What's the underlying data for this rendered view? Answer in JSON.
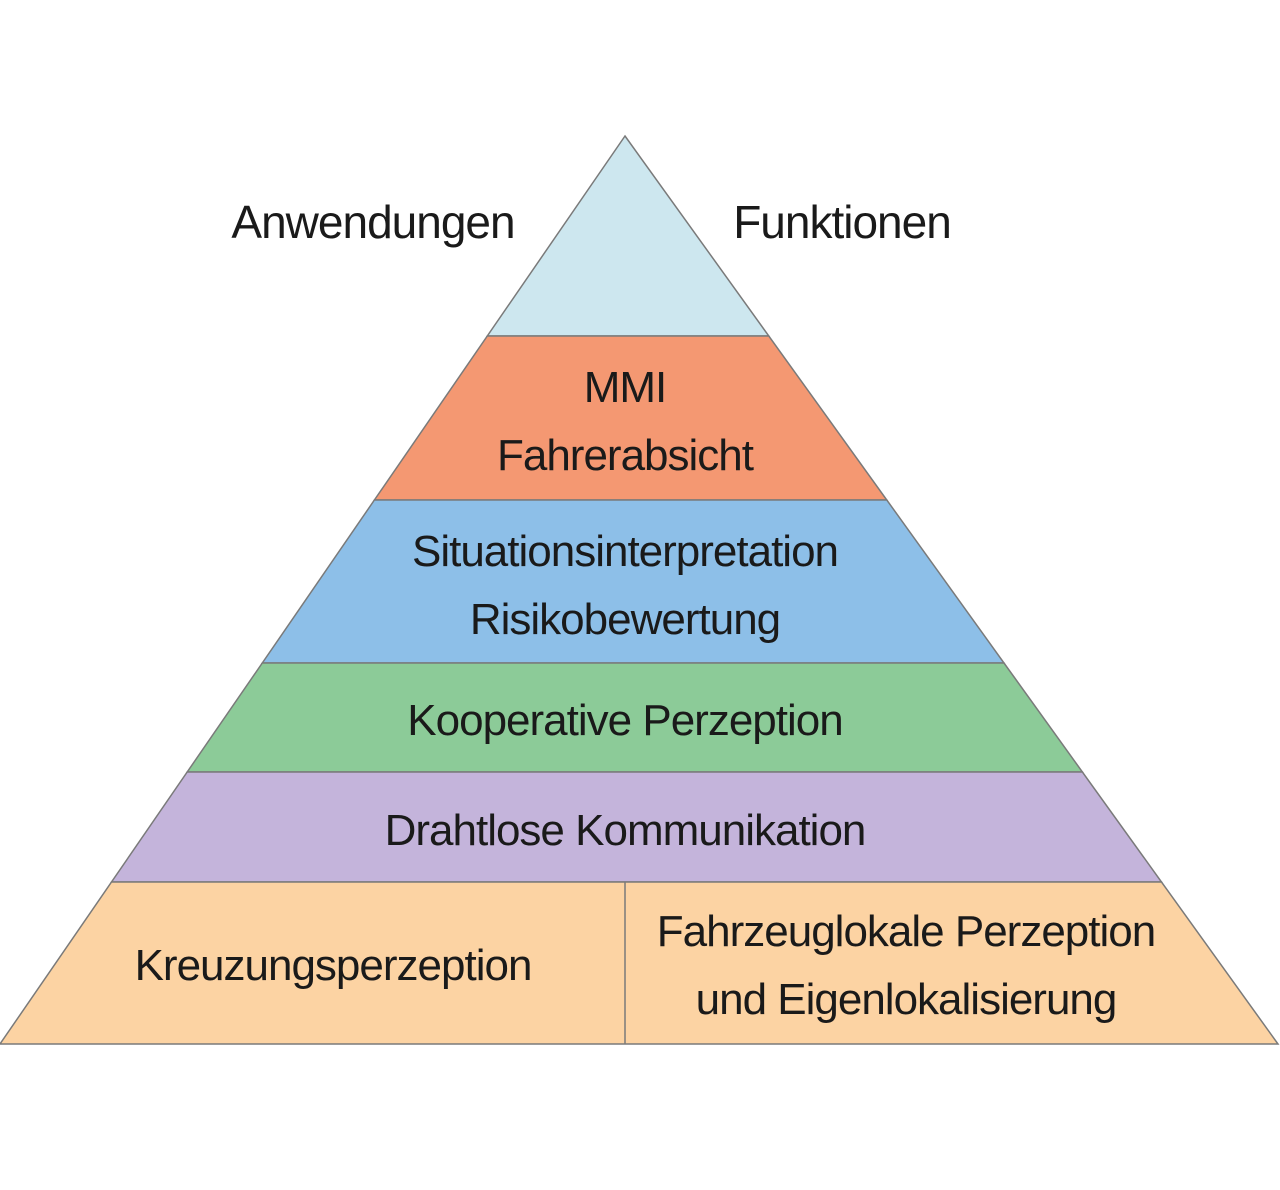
{
  "top_labels": {
    "left": "Anwendungen",
    "right": "Funktionen"
  },
  "layers": [
    {
      "id": "apex",
      "lines": [],
      "color": "#cde7ef"
    },
    {
      "id": "mmi",
      "lines": [
        "MMI",
        "Fahrerabsicht"
      ],
      "color": "#f49872"
    },
    {
      "id": "situation",
      "lines": [
        "Situationsinterpretation",
        "Risikobewertung"
      ],
      "color": "#8dbfe8"
    },
    {
      "id": "kooperative",
      "lines": [
        "Kooperative Perzeption"
      ],
      "color": "#8ccb98"
    },
    {
      "id": "drahtlose",
      "lines": [
        "Drahtlose Kommunikation"
      ],
      "color": "#c4b4db"
    },
    {
      "id": "base",
      "lines": [],
      "color": "#fcd3a3"
    }
  ],
  "base_cells": {
    "left": [
      "Kreuzungsperzeption"
    ],
    "right": [
      "Fahrzeuglokale Perzeption",
      "und Eigenlokalisierung"
    ]
  }
}
